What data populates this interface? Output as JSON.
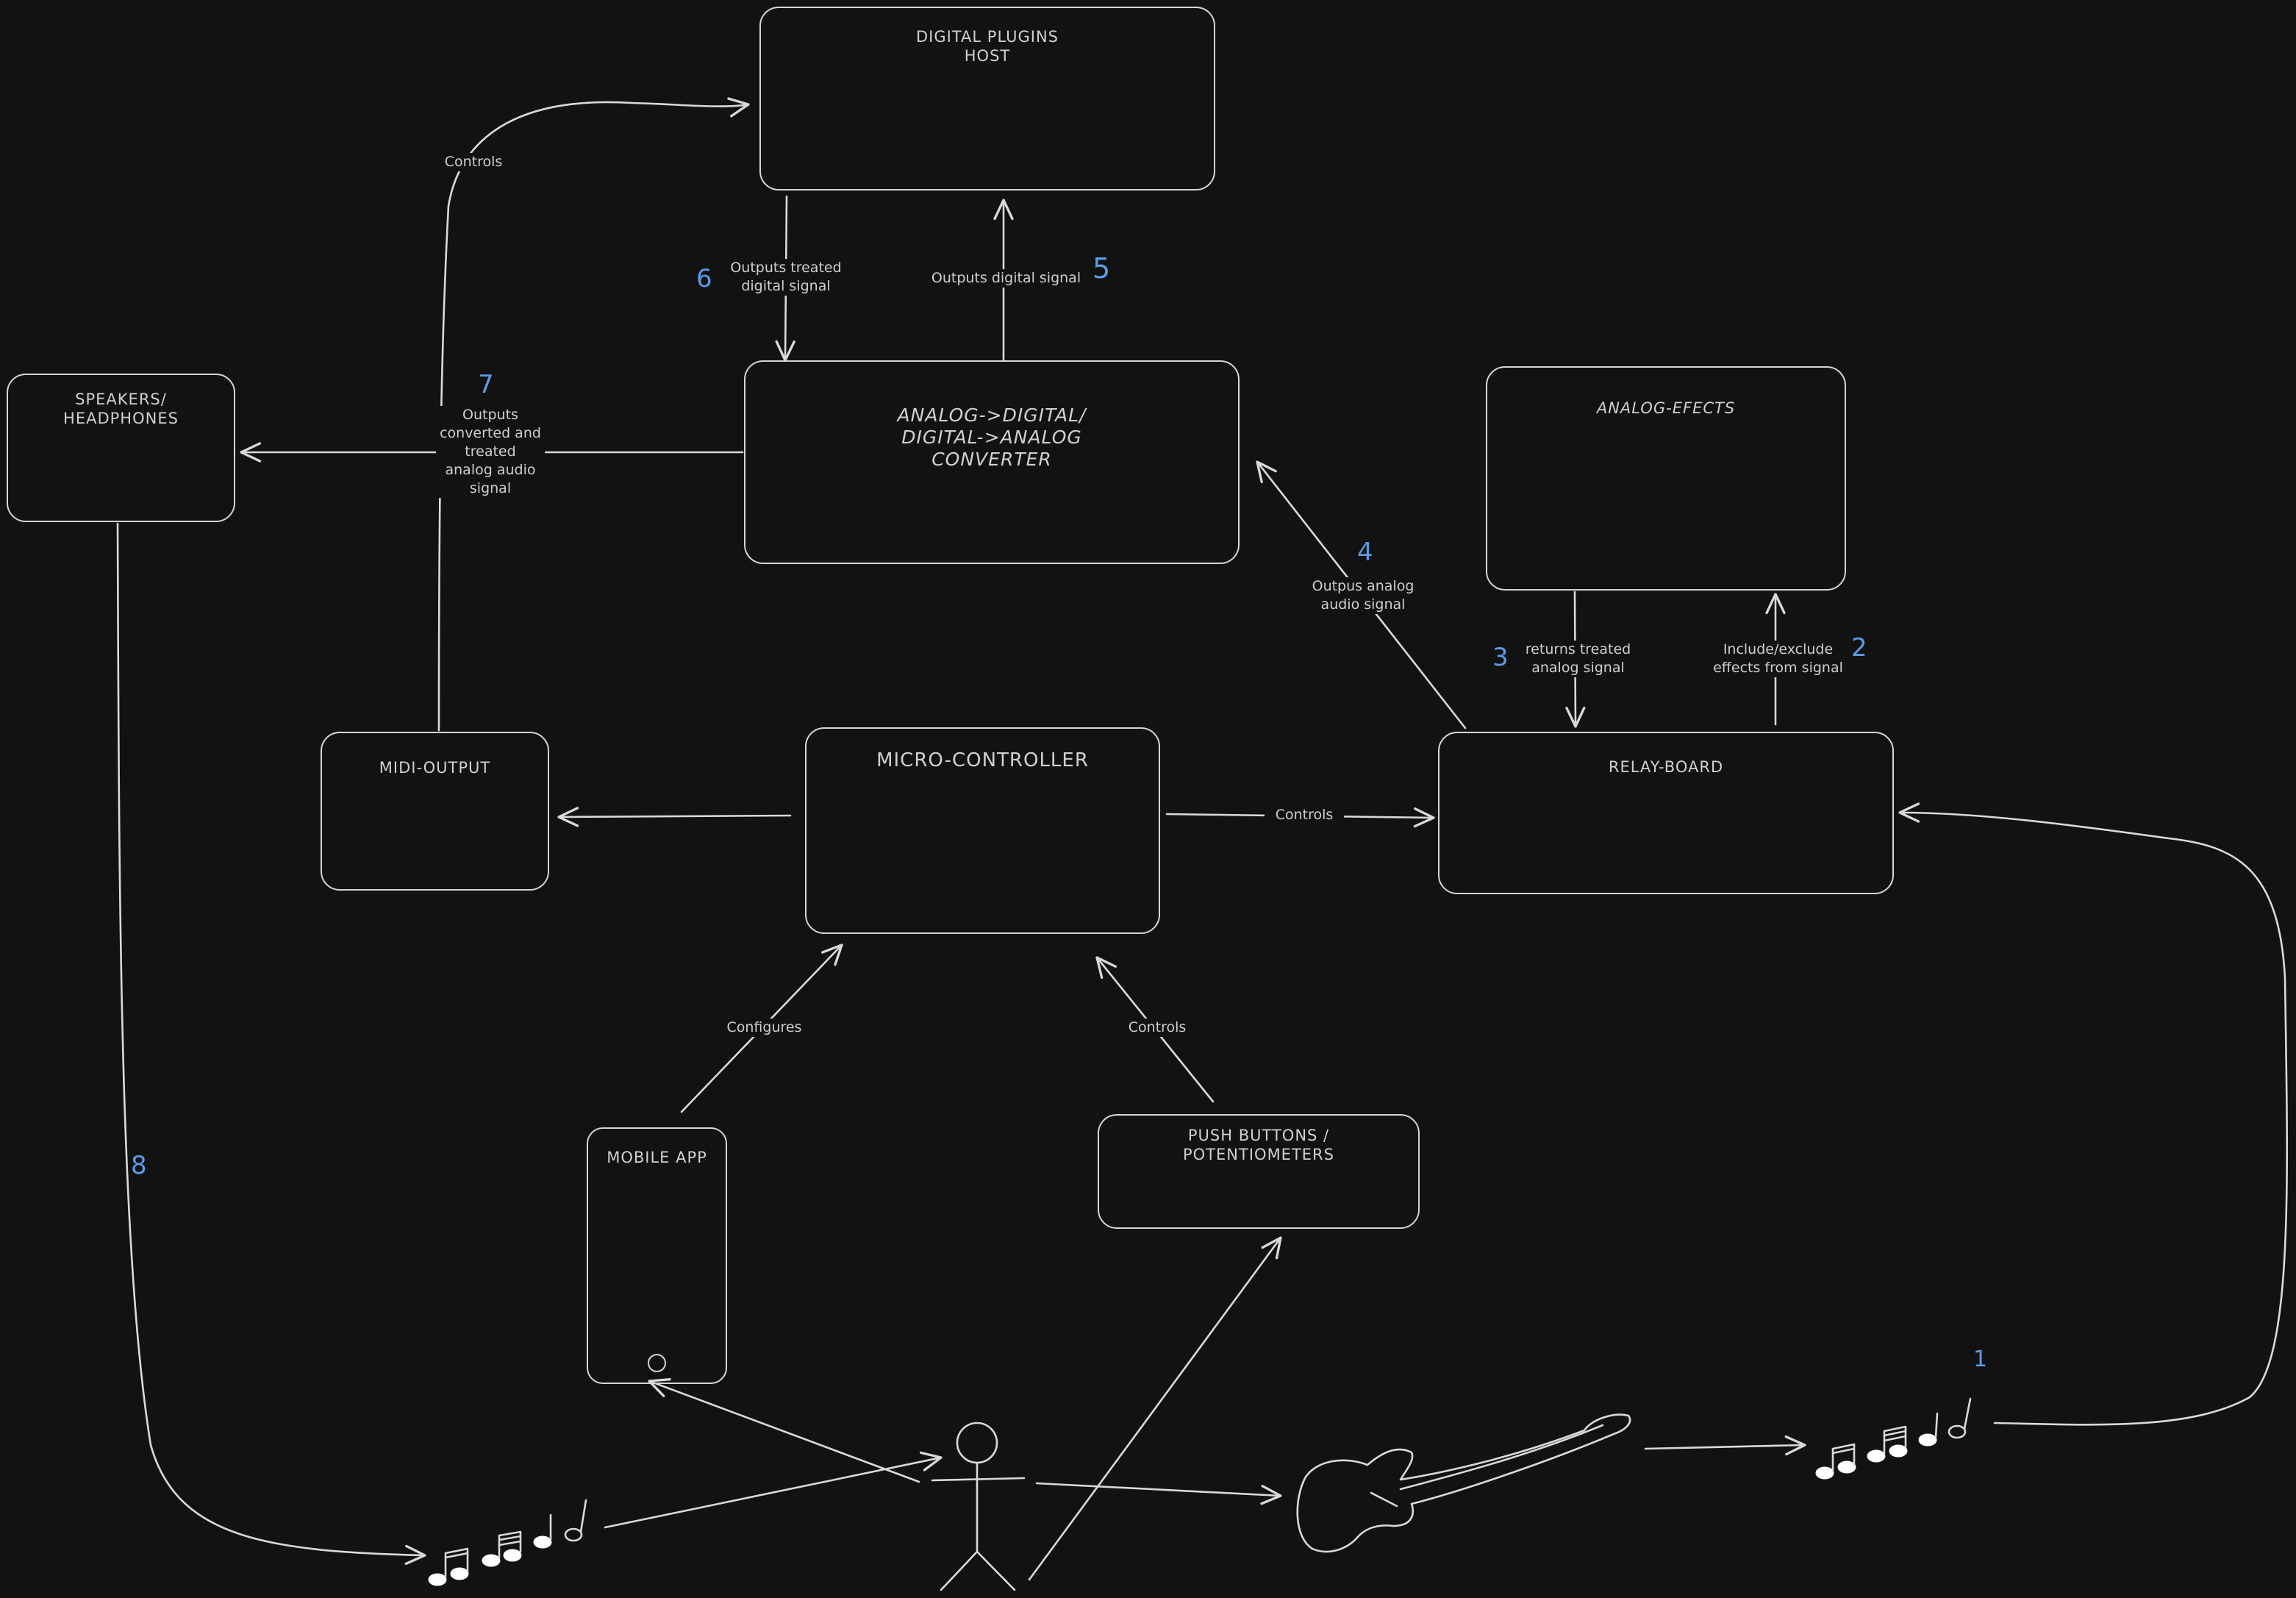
{
  "boxes": {
    "digital_plugins_host": "DIGITAL PLUGINS\nHOST",
    "converter": "ANALOG->DIGITAL/\nDIGITAL->ANALOG\nCONVERTER",
    "analog_effects": "ANALOG-EFECTS",
    "speakers": "SPEAKERS/\nHEADPHONES",
    "midi_output": "MIDI-OUTPUT",
    "micro_controller": "MICRO-CONTROLLER",
    "relay_board": "RELAY-BOARD",
    "mobile_app": "MOBILE APP",
    "push_buttons": "PUSH BUTTONS /\nPOTENTIOMETERS"
  },
  "labels": {
    "controls_midi_plugins": "Controls",
    "outputs_treated_digital": "Outputs treated\ndigital signal",
    "outputs_digital": "Outputs digital signal",
    "outputs_converted": "Outputs\nconverted and\ntreated\nanalog audio\nsignal",
    "outputs_analog": "Outpus analog\naudio signal",
    "returns_treated": "returns treated\nanalog signal",
    "include_exclude": "Include/exclude\neffects from signal",
    "controls_relay": "Controls",
    "configures": "Configures",
    "controls_buttons": "Controls"
  },
  "steps": [
    "1",
    "2",
    "3",
    "4",
    "5",
    "6",
    "7",
    "8"
  ],
  "colors": {
    "background": "#121212",
    "stroke": "#d9d9d9",
    "step_number": "#5b9be6"
  },
  "icons": [
    "music-notes-icon",
    "stick-figure-icon",
    "electric-guitar-icon",
    "phone-home-button-icon"
  ]
}
